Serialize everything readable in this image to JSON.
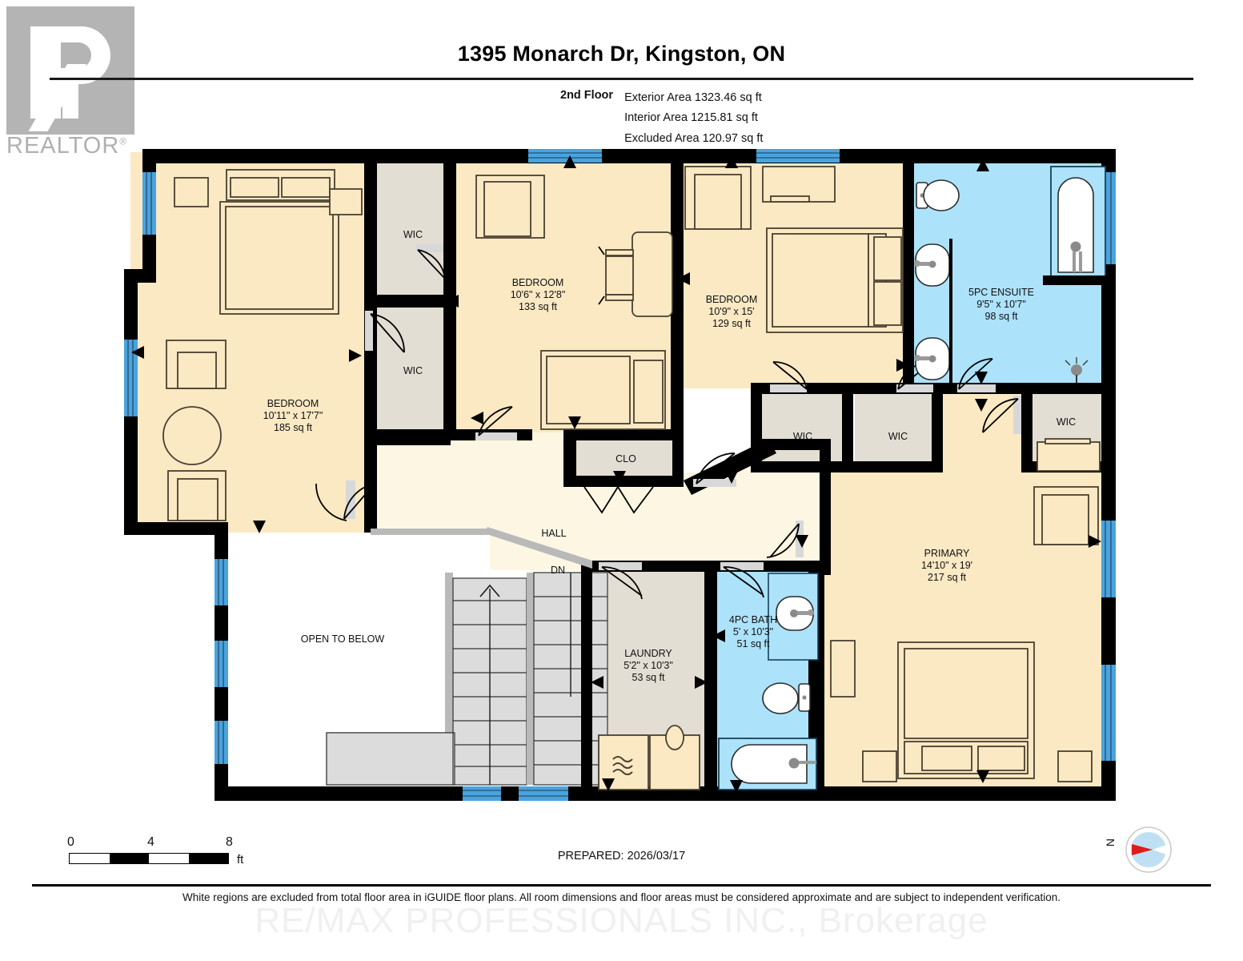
{
  "logo": {
    "brand": "REALTOR",
    "registered_mark": "®",
    "icon": "realtor-r-logo"
  },
  "header": {
    "title": "1395 Monarch Dr, Kingston, ON",
    "floor_label": "2nd Floor",
    "areas": [
      "Exterior Area 1323.46 sq ft",
      "Interior Area 1215.81 sq ft",
      "Excluded Area 120.97 sq ft"
    ]
  },
  "rooms": [
    {
      "id": "bedroom-left",
      "name": "BEDROOM",
      "dims": "10'11\" x 17'7\"",
      "area": "185 sq ft"
    },
    {
      "id": "bedroom-center",
      "name": "BEDROOM",
      "dims": "10'6\" x 12'8\"",
      "area": "133 sq ft"
    },
    {
      "id": "bedroom-right",
      "name": "BEDROOM",
      "dims": "10'9\" x 15'",
      "area": "129 sq ft"
    },
    {
      "id": "ensuite",
      "name": "5PC ENSUITE",
      "dims": "9'5\" x 10'7\"",
      "area": "98 sq ft"
    },
    {
      "id": "primary",
      "name": "PRIMARY",
      "dims": "14'10\" x 19'",
      "area": "217 sq ft"
    },
    {
      "id": "laundry",
      "name": "LAUNDRY",
      "dims": "5'2\" x 10'3\"",
      "area": "53 sq ft"
    },
    {
      "id": "bath4pc",
      "name": "4PC BATH",
      "dims": "5' x 10'3\"",
      "area": "51 sq ft"
    }
  ],
  "labels": {
    "wic": "WIC",
    "clo": "CLO",
    "hall": "HALL",
    "dn": "DN",
    "open_to_below": "OPEN TO BELOW"
  },
  "scale": {
    "ticks": [
      "0",
      "4",
      "8"
    ],
    "unit": "ft"
  },
  "compass": {
    "north_label": "N"
  },
  "footer": {
    "prepared": "PREPARED: 2026/03/17",
    "disclaimer": "White regions are excluded from total floor area in iGUIDE floor plans. All room dimensions and floor areas must be considered approximate and are subject to independent verification.",
    "watermark": "RE/MAX PROFESSIONALS INC., Brokerage"
  },
  "colors": {
    "wall": "#000000",
    "room_fill": "#fbe9c4",
    "closet_fill": "#e3ded3",
    "bath_fill": "#ade2fb",
    "hall_fill": "#fdf6e3",
    "window": "#4aa3dd",
    "stairs": "#dcdcdc",
    "furniture_stroke": "#4a4030",
    "logo_gray": "#b4b4b4"
  }
}
